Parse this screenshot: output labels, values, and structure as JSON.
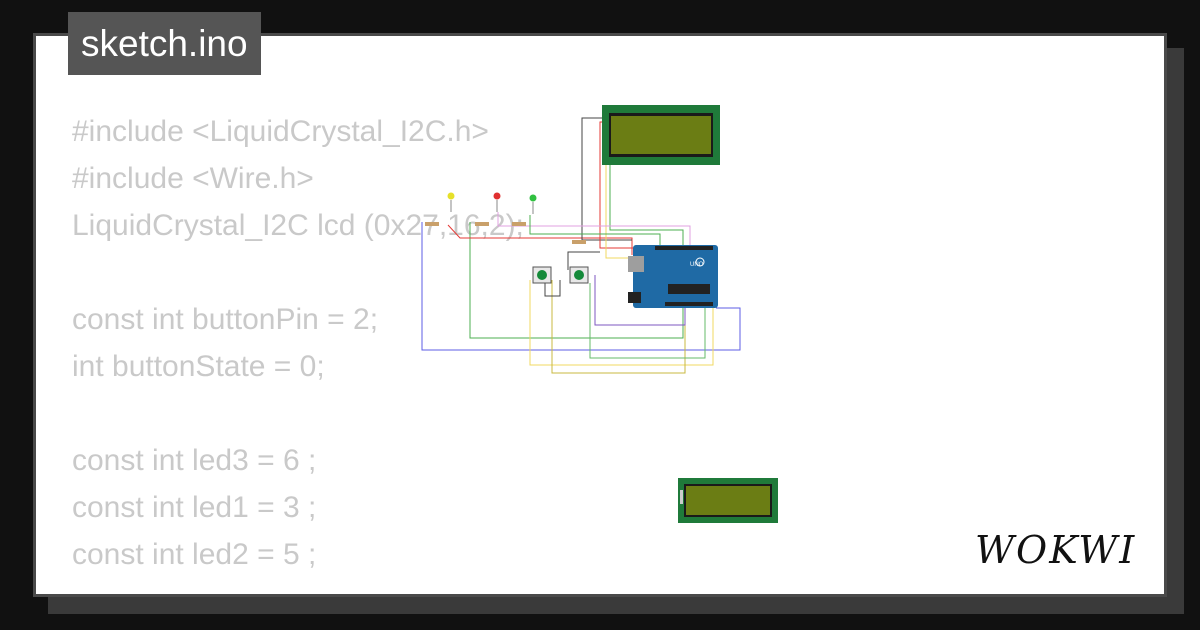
{
  "title": "sketch.ino",
  "code_lines": [
    "#include <LiquidCrystal_I2C.h>",
    "#include <Wire.h>",
    "LiquidCrystal_I2C lcd (0x27,16,2);",
    "",
    "const int buttonPin = 2;",
    "int buttonState = 0;",
    "",
    "const int led3 = 6 ;",
    "const int led1 = 3 ;",
    "const int led2 = 5 ;"
  ],
  "board": {
    "label": "UNO"
  },
  "brand": {
    "name": "WOKWI"
  },
  "colors": {
    "background": "#111111",
    "card": "#ffffff",
    "code_text": "#c9c9c9",
    "title_tab": "#555555",
    "lcd_frame": "#1f7a3a",
    "lcd_screen": "#6b7d14",
    "board": "#1f6aa5",
    "button": "#148a3a",
    "led_colors": [
      "yellow",
      "red",
      "green"
    ]
  }
}
